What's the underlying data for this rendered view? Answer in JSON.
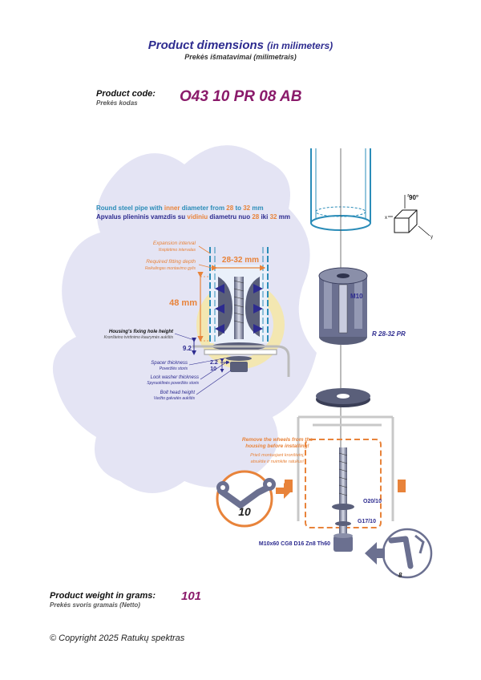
{
  "header": {
    "title": "Product dimensions",
    "title_suffix": "(in milimeters)",
    "subtitle": "Prekės išmatavimai (milimetrais)"
  },
  "product_code": {
    "label": "Product code:",
    "label_lt": "Prekės kodas",
    "value": "O43 10 PR 08 AB"
  },
  "diagram": {
    "pipe_line1_a": "Round steel pipe with",
    "pipe_line1_b": "inner",
    "pipe_line1_c": "diameter from",
    "pipe_line1_d": "28",
    "pipe_line1_e": "to",
    "pipe_line1_f": "32",
    "pipe_line1_g": "mm",
    "pipe_line2_a": "Apvalus plieninis vamzdis su",
    "pipe_line2_b": "vidiniu",
    "pipe_line2_c": "diametru nuo",
    "pipe_line2_d": "28",
    "pipe_line2_e": "iki",
    "pipe_line2_f": "32",
    "pipe_line2_g": "mm",
    "angle": "90°",
    "axis_x": "x",
    "axis_y": "y",
    "axis_z": "z",
    "expansion_interval": "Expansion interval",
    "expansion_interval_lt": "Išsiplėtimo intervalas",
    "fitting_depth": "Required fitting depth",
    "fitting_depth_lt": "Reikalingas montavimo gylis",
    "range_28_32": "28-32 mm",
    "depth_48": "48 mm",
    "housing_hole": "Housing's fixing hole height",
    "housing_hole_lt": "Kronšteino tvirtinimo kiaurymės aukštis",
    "dim_9_2": "9.2",
    "dim_2_2": "2.2",
    "dim_10": "10",
    "spacer": "Spacer thickness",
    "spacer_lt": "Poveržlės storis",
    "lock_washer": "Lock washer thickness",
    "lock_washer_lt": "Spyruoklinės poveržlės storis",
    "bolt_head": "Bolt head height",
    "bolt_head_lt": "Varžto galvutės aukštis",
    "m10": "M10",
    "insert_code": "R 28-32 PR",
    "remove_wheels_1": "Remove the wheels from the",
    "remove_wheels_2": "housing before installing!",
    "remove_wheels_lt1": "Prieš montuojant kronšteinį,",
    "remove_wheels_lt2": "atsukite ir nuimkite ratukus!",
    "wrench_size": "10",
    "washer_o": "O20/10",
    "washer_g": "G17/10",
    "bolt_spec": "M10x60 CG8 D16 Zn8 Th60",
    "hex_size": "8"
  },
  "weight": {
    "label": "Product weight in grams:",
    "label_lt": "Prekės svoris gramais (Netto)",
    "value": "101"
  },
  "footer": {
    "copyright": "© Copyright 2025 Ratukų spektras"
  },
  "colors": {
    "navy": "#2d2b8f",
    "orange": "#e8833a",
    "teal": "#2a8cb8",
    "magenta": "#8a1a6a",
    "lavender": "#e4e4f4"
  }
}
